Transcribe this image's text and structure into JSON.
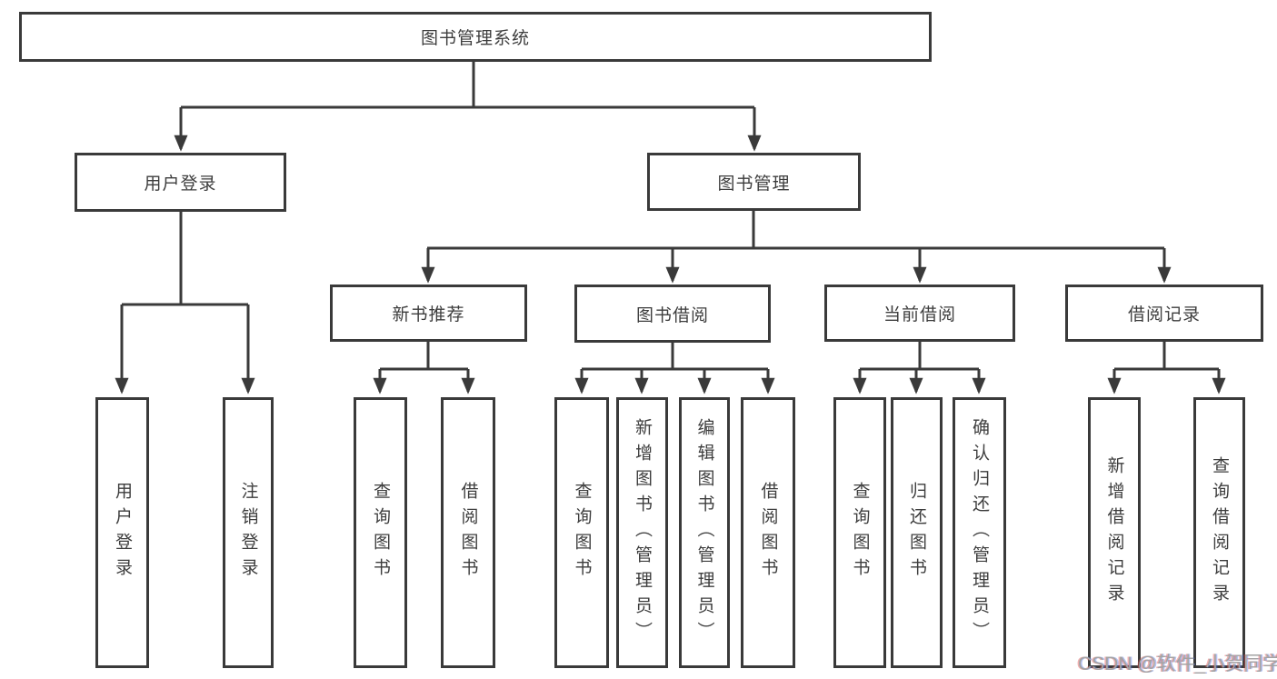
{
  "diagram": {
    "type": "tree",
    "title": "图书管理系统",
    "line_color": "#3a3a3a",
    "box_border_color": "#3a3a3a",
    "text_color": "#3d3d3d",
    "background_color": "#ffffff",
    "nodes": {
      "root": {
        "label": "图书管理系统"
      },
      "userLogin": {
        "label": "用户登录"
      },
      "bookMgmt": {
        "label": "图书管理"
      },
      "loginV": {
        "label": "用户登录"
      },
      "logoutV": {
        "label": "注销登录"
      },
      "newBookRec": {
        "label": "新书推荐"
      },
      "bookBorrow": {
        "label": "图书借阅"
      },
      "currentBorrow": {
        "label": "当前借阅"
      },
      "borrowRecords": {
        "label": "借阅记录"
      },
      "nbQuery": {
        "label": "查询图书"
      },
      "nbBorrow": {
        "label": "借阅图书"
      },
      "bbQuery": {
        "label": "查询图书"
      },
      "bbAdd": {
        "label": "新增图书（管理员）"
      },
      "bbEdit": {
        "label": "编辑图书（管理员）"
      },
      "bbBorrow": {
        "label": "借阅图书"
      },
      "cbQuery": {
        "label": "查询图书"
      },
      "cbReturn": {
        "label": "归还图书"
      },
      "cbConfirm": {
        "label": "确认归还（管理员）"
      },
      "brAdd": {
        "label": "新增借阅记录"
      },
      "brQuery": {
        "label": "查询借阅记录"
      }
    },
    "structure": [
      {
        "parent": "图书管理系统",
        "children": [
          "用户登录",
          "图书管理"
        ]
      },
      {
        "parent": "用户登录",
        "children": [
          "用户登录",
          "注销登录"
        ]
      },
      {
        "parent": "图书管理",
        "children": [
          "新书推荐",
          "图书借阅",
          "当前借阅",
          "借阅记录"
        ]
      },
      {
        "parent": "新书推荐",
        "children": [
          "查询图书",
          "借阅图书"
        ]
      },
      {
        "parent": "图书借阅",
        "children": [
          "查询图书",
          "新增图书（管理员）",
          "编辑图书（管理员）",
          "借阅图书"
        ]
      },
      {
        "parent": "当前借阅",
        "children": [
          "查询图书",
          "归还图书",
          "确认归还（管理员）"
        ]
      },
      {
        "parent": "借阅记录",
        "children": [
          "新增借阅记录",
          "查询借阅记录"
        ]
      }
    ]
  },
  "watermark": {
    "text": "CSDN @软件_小贺同学",
    "color": "#a3a3a3"
  }
}
